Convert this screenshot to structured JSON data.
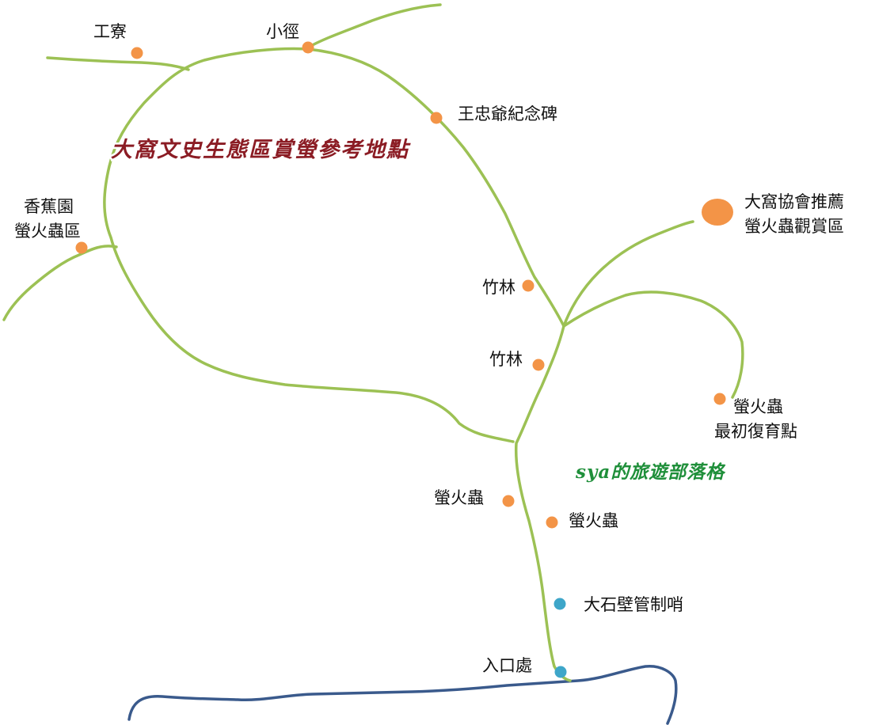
{
  "map": {
    "title": "大窩文史生態區賞螢參考地點",
    "watermark": "sya的旅遊部落格",
    "colors": {
      "trail": "#9cc154",
      "river": "#3a5a8c",
      "poi_orange": "#f39447",
      "poi_blue": "#3ea6c9",
      "title": "#8b1c24",
      "watermark": "#1f8f3a"
    },
    "places": {
      "workshed": "工寮",
      "path": "小徑",
      "memorial": "王忠爺紀念碑",
      "recommended_line1": "大窩協會推薦",
      "recommended_line2": "螢火蟲觀賞區",
      "banana_line1": "香蕉園",
      "banana_line2": "螢火蟲區",
      "bamboo_upper": "竹林",
      "bamboo_lower": "竹林",
      "restoration_line1": "螢火蟲",
      "restoration_line2": "最初復育點",
      "firefly_left": "螢火蟲",
      "firefly_right": "螢火蟲",
      "checkpoint": "大石壁管制哨",
      "entrance": "入口處"
    }
  }
}
